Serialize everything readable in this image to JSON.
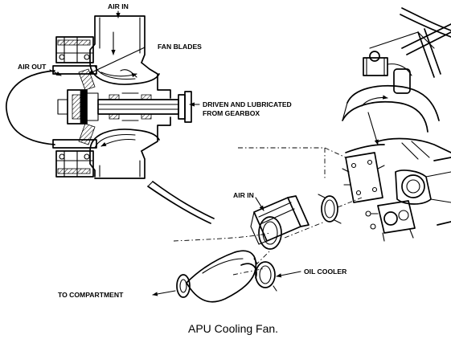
{
  "labels": {
    "air_in_top": "AIR IN",
    "fan_blades": "FAN BLADES",
    "air_out": "AIR OUT",
    "driven_line1": "DRIVEN AND LUBRICATED",
    "driven_line2": "FROM GEARBOX",
    "air_in_lower": "AIR IN",
    "oil_cooler": "OIL COOLER",
    "to_compartment": "TO COMPARTMENT"
  },
  "caption": "APU Cooling Fan."
}
